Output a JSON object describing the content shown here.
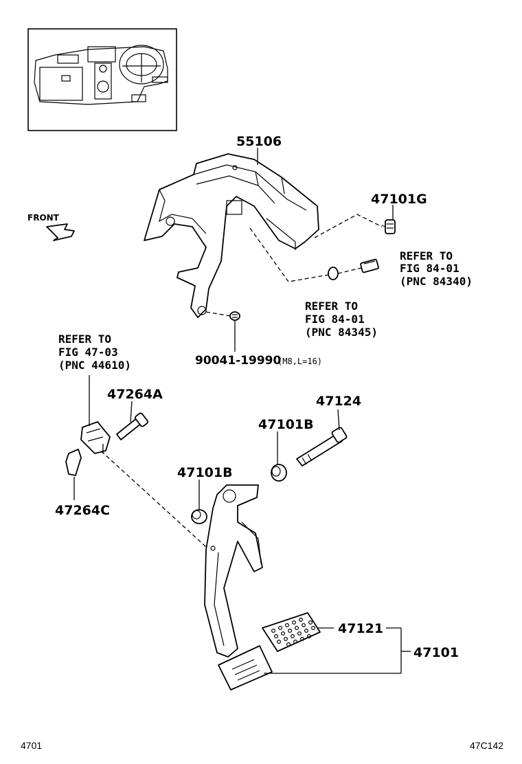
{
  "labels": {
    "p55106": "55106",
    "p47101G": "47101G",
    "p47264A": "47264A",
    "p47124": "47124",
    "p47101B_a": "47101B",
    "p47101B_b": "47101B",
    "p47264C": "47264C",
    "p47121": "47121",
    "p47101": "47101",
    "p90041": "90041-19990",
    "p90041_spec": "(M8,L=16)",
    "front": "FRONT"
  },
  "refs": {
    "ref_84340": [
      "REFER TO",
      "FIG 84-01",
      "(PNC 84340)"
    ],
    "ref_84345": [
      "REFER TO",
      "FIG 84-01",
      "(PNC 84345)"
    ],
    "ref_44610": [
      "REFER TO",
      "FIG 47-03",
      "(PNC 44610)"
    ]
  },
  "footer": {
    "left": "4701",
    "right": "47C142"
  }
}
